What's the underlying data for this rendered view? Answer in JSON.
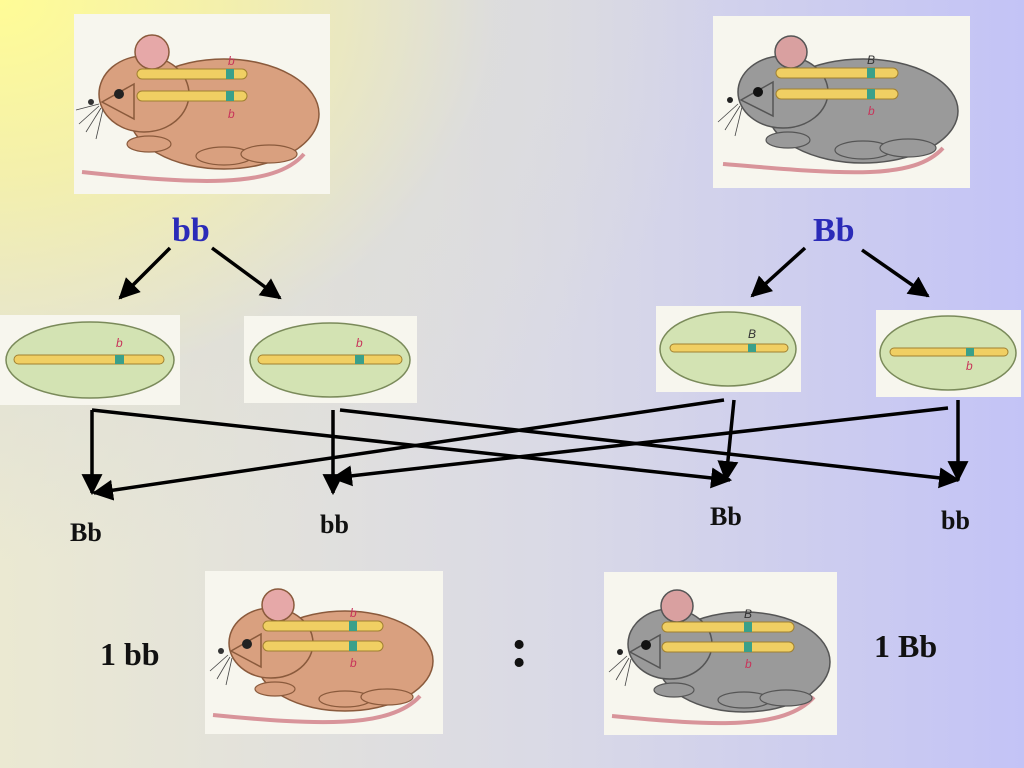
{
  "parents": {
    "left": {
      "genotype": "bb",
      "chromosome_allele_top": "b",
      "chromosome_allele_bottom": "b"
    },
    "right": {
      "genotype": "Bb",
      "chromosome_allele_top": "B",
      "chromosome_allele_bottom": "b"
    }
  },
  "gametes": [
    {
      "allele": "b"
    },
    {
      "allele": "b"
    },
    {
      "allele": "B"
    },
    {
      "allele": "b"
    }
  ],
  "offspring_labels": [
    "Bb",
    "bb",
    "Bb",
    "bb"
  ],
  "results": {
    "left_ratio": "1 bb",
    "separator": ":",
    "right_ratio": "1 Bb",
    "left_mouse": {
      "allele_top": "b",
      "allele_bottom": "b"
    },
    "right_mouse": {
      "allele_top": "B",
      "allele_bottom": "b"
    }
  },
  "colors": {
    "genotype_text": "#2b2bb8",
    "brown_mouse": "#d9a07f",
    "gray_mouse": "#9a9a9a",
    "chromosome": "#f0cf63",
    "centromere": "#3aa08a"
  }
}
